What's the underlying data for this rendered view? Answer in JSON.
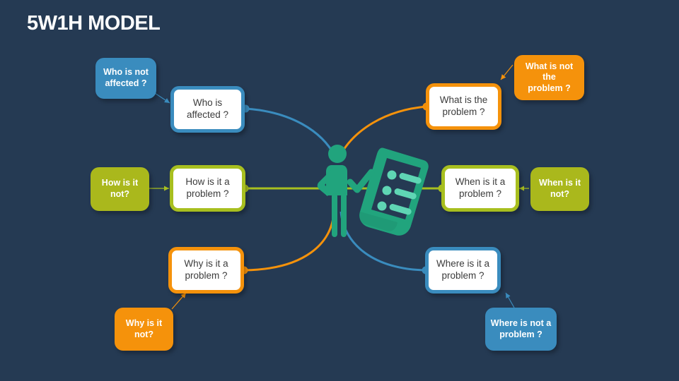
{
  "page": {
    "title": "5W1H MODEL",
    "background_color": "#253a53"
  },
  "colors": {
    "blue": "#3a8cbe",
    "orange": "#f5920b",
    "olive": "#a8bf1f",
    "olive_fill": "#aab81c",
    "teal": "#21a47d",
    "teal_light": "#5fd6b4",
    "white": "#ffffff",
    "text_dark": "#3c3c3c"
  },
  "illustration": {
    "name": "person-with-checklist-illustration",
    "elements": [
      "person-figure",
      "clipboard-document",
      "checklist-bullets"
    ]
  },
  "nodes": {
    "who_main": {
      "label": "Who is\naffected ?",
      "accent": "#3a8cbe"
    },
    "who_sub": {
      "label": "Who is not\naffected ?",
      "accent": "#3a8cbe"
    },
    "what_main": {
      "label": "What is the\nproblem ?",
      "accent": "#f5920b"
    },
    "what_sub": {
      "label": "What is not the\nproblem ?",
      "accent": "#f5920b"
    },
    "how_main": {
      "label": "How is it a\nproblem ?",
      "accent": "#a8bf1f"
    },
    "how_sub": {
      "label": "How is it\nnot?",
      "accent": "#aab81c"
    },
    "when_main": {
      "label": "When is it a\nproblem ?",
      "accent": "#a8bf1f"
    },
    "when_sub": {
      "label": "When is it\nnot?",
      "accent": "#aab81c"
    },
    "why_main": {
      "label": "Why is it a\nproblem ?",
      "accent": "#f5920b"
    },
    "why_sub": {
      "label": "Why is it\nnot?",
      "accent": "#f5920b"
    },
    "where_main": {
      "label": "Where is it a\nproblem ?",
      "accent": "#3a8cbe"
    },
    "where_sub": {
      "label": "Where is not a\nproblem ?",
      "accent": "#3a8cbe"
    }
  }
}
